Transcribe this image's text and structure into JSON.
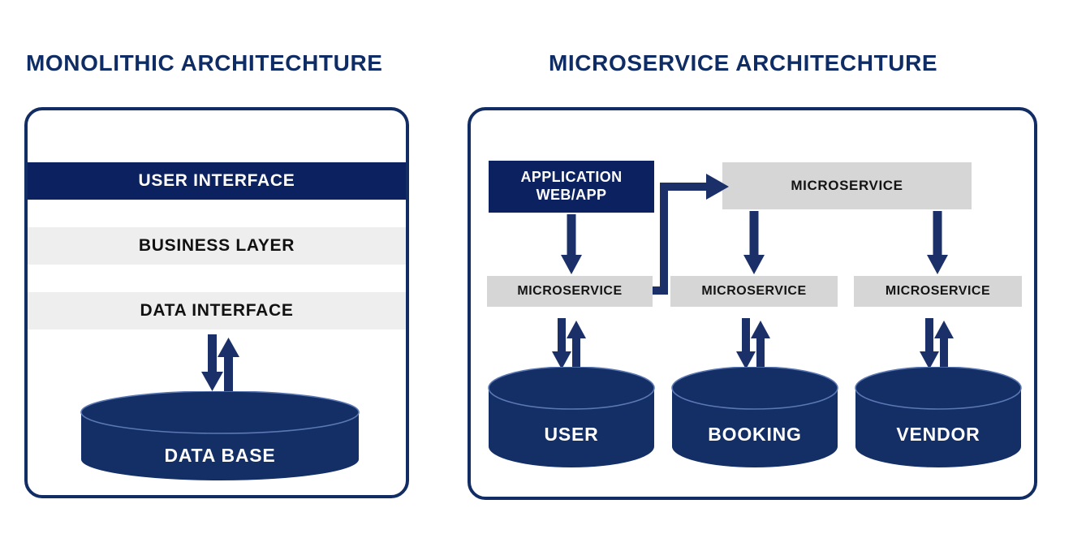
{
  "diagram": {
    "type": "architecture-comparison",
    "accent_navy": "#0b2160",
    "title_navy": "#0f2d64",
    "layer_gray": "#eeeeee",
    "box_gray": "#d6d6d6",
    "panel_border": "#122d63"
  },
  "monolithic": {
    "title": "MONOLITHIC ARCHITECHTURE",
    "layers": [
      {
        "label": "USER INTERFACE",
        "style": "dark"
      },
      {
        "label": "BUSINESS LAYER",
        "style": "light"
      },
      {
        "label": "DATA INTERFACE",
        "style": "light"
      }
    ],
    "database": {
      "label": "DATA BASE"
    },
    "arrows": [
      {
        "name": "db-bidirectional-arrow",
        "directions": [
          "down",
          "up"
        ]
      }
    ]
  },
  "microservice": {
    "title": "MICROSERVICE ARCHITECHTURE",
    "application": {
      "line1": "APPLICATION",
      "line2": "WEB/APP"
    },
    "service_top": {
      "label": "MICROSERVICE"
    },
    "services": [
      {
        "label": "MICROSERVICE"
      },
      {
        "label": "MICROSERVICE"
      },
      {
        "label": "MICROSERVICE"
      }
    ],
    "databases": [
      {
        "label": "USER"
      },
      {
        "label": "BOOKING"
      },
      {
        "label": "VENDOR"
      }
    ],
    "connectors": [
      {
        "name": "app-to-service-1",
        "kind": "straight-down-arrow"
      },
      {
        "name": "service-1-to-service-top",
        "kind": "elbow-right-up-arrow"
      },
      {
        "name": "service-top-to-service-2",
        "kind": "straight-down-arrow"
      },
      {
        "name": "service-top-to-service-3",
        "kind": "straight-down-arrow"
      },
      {
        "name": "service-1-to-user-db",
        "kind": "bidirectional"
      },
      {
        "name": "service-2-to-booking-db",
        "kind": "bidirectional"
      },
      {
        "name": "service-3-to-vendor-db",
        "kind": "bidirectional"
      }
    ]
  }
}
